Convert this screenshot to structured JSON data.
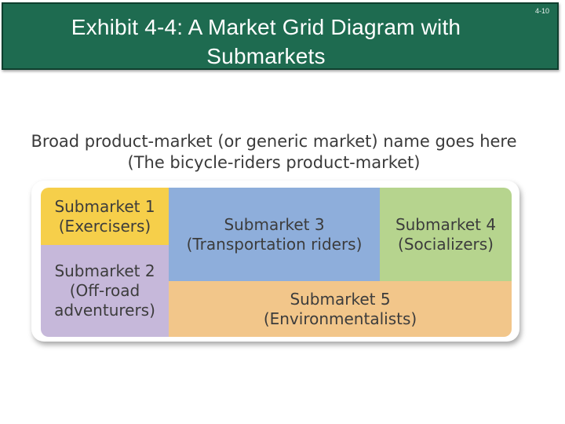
{
  "slide": {
    "title_line1": "Exhibit 4-4:  A Market Grid Diagram with",
    "title_line2": "Submarkets",
    "slide_number": "4-10",
    "title_bar_color": "#1e6b50"
  },
  "diagram": {
    "heading_line1": "Broad product-market (or generic market) name goes here",
    "heading_line2": "(The bicycle-riders product-market)",
    "submarkets": [
      {
        "name": "Submarket 1",
        "segment": "(Exercisers)",
        "color": "#f6cf4a"
      },
      {
        "name": "Submarket 2",
        "segment_line1": "(Off-road",
        "segment_line2": "adventurers)",
        "color": "#c6b8da"
      },
      {
        "name": "Submarket 3",
        "segment": "(Transportation riders)",
        "color": "#8eaedb"
      },
      {
        "name": "Submarket 4",
        "segment": "(Socializers)",
        "color": "#b6d48e"
      },
      {
        "name": "Submarket 5",
        "segment": "(Environmentalists)",
        "color": "#f2c68a"
      }
    ]
  }
}
